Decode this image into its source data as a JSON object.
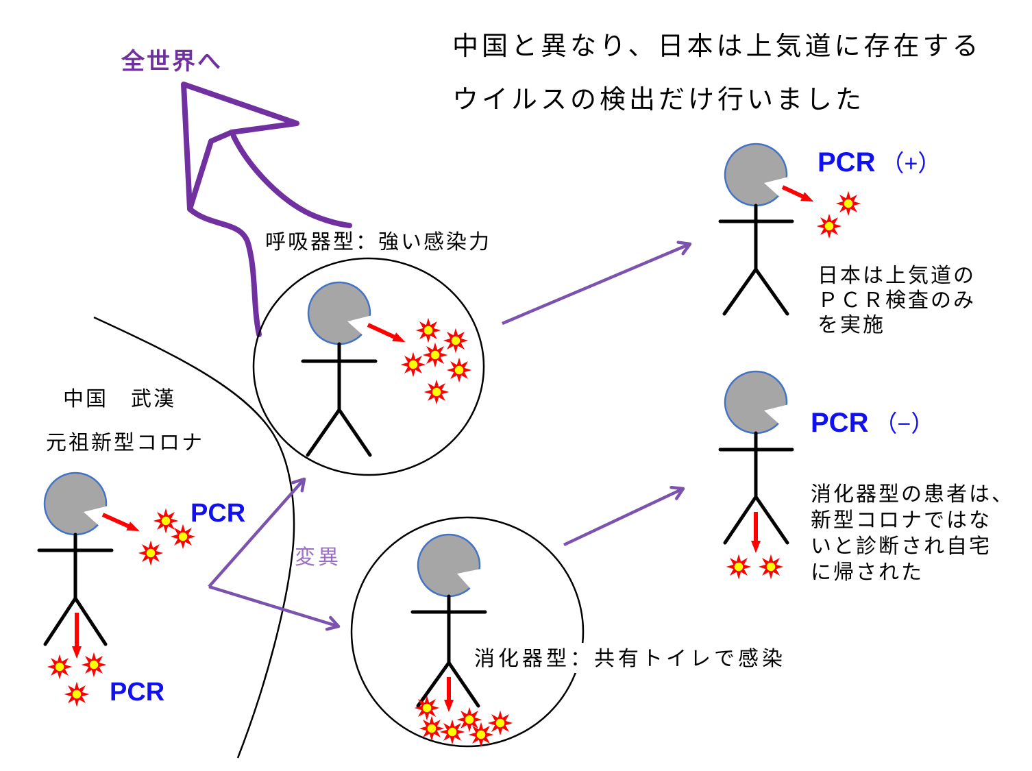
{
  "title": {
    "line1": "中国と異なり、日本は上気道に存在する",
    "line2": "ウイルスの検出だけ行いました"
  },
  "world_spread": {
    "label": "全世界へ"
  },
  "china": {
    "region_label": "中国　武漢",
    "virus_label": "元祖新型コロナ",
    "pcr_throat_label": "PCR",
    "pcr_stool_label": "PCR"
  },
  "mutation": {
    "label": "変異"
  },
  "respiratory_type": {
    "label": "呼吸器型：強い感染力"
  },
  "digestive_type": {
    "label": "消化器型：共有トイレで感染"
  },
  "pcr_positive": {
    "pcr_label": "PCR",
    "result_label": "（+）",
    "caption_lines": [
      "日本は上気道の",
      "ＰＣＲ検査のみ",
      "を実施"
    ]
  },
  "pcr_negative": {
    "pcr_label": "PCR",
    "result_label": "（−）",
    "caption_lines": [
      "消化器型の患者は、",
      "新型コロナではな",
      "いと診断され自宅",
      "に帰された"
    ]
  },
  "colors": {
    "purple_dark": "#7030A0",
    "purple_arrow": "#7B52AD",
    "purple_light": "#9B6EC8",
    "pcr_blue": "#1111EE",
    "virus_red": "#FF0000",
    "virus_core_yellow": "#FFFF00",
    "head_gray": "#A6A6A6",
    "head_outline_blue": "#4472C4",
    "line_black": "#000000"
  },
  "icons": {
    "virus": "virus-icon",
    "person": "stick-person",
    "world_arrow": "world-arrow-icon",
    "exhale_arrow": "exhale-arrow-icon",
    "excrete_arrow": "excrete-arrow-icon",
    "mutation_arrow": "mutation-arrow-icon"
  }
}
